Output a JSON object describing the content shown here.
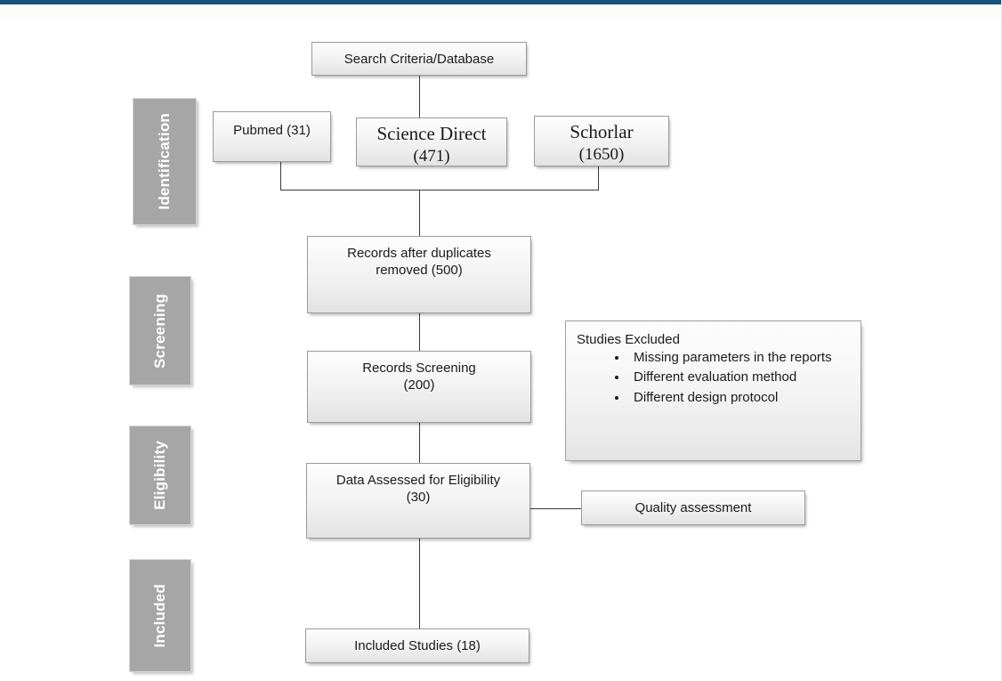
{
  "page": {
    "accent_color": "#17547e",
    "background": "#ffffff",
    "stage_bar_color": "#a6a6a6",
    "node_border_color": "#9a9a9a",
    "connector_color": "#3b3b3b"
  },
  "stages": [
    {
      "id": "identification",
      "label": "Identification"
    },
    {
      "id": "screening",
      "label": "Screening"
    },
    {
      "id": "eligibility",
      "label": "Eligibility"
    },
    {
      "id": "included",
      "label": "Included"
    }
  ],
  "nodes": {
    "search_criteria": {
      "label": "Search Criteria/Database"
    },
    "pubmed": {
      "label": "Pubmed (31)"
    },
    "science_direct": {
      "label": "Science Direct",
      "count": "(471)"
    },
    "scholar": {
      "label": "Schorlar",
      "count": "(1650)"
    },
    "records_after_duplicates": {
      "line1": "Records after duplicates",
      "line2": "removed (500)"
    },
    "records_screening": {
      "line1": "Records Screening",
      "line2": "(200)"
    },
    "data_assessed": {
      "line1": "Data Assessed for Eligibility",
      "line2": "(30)"
    },
    "quality_assessment": {
      "label": "Quality assessment"
    },
    "included_studies": {
      "label": "Included Studies (18)"
    }
  },
  "excluded": {
    "title": "Studies Excluded",
    "items": [
      "Missing parameters in the reports",
      "Different evaluation method",
      "Different design protocol"
    ]
  }
}
